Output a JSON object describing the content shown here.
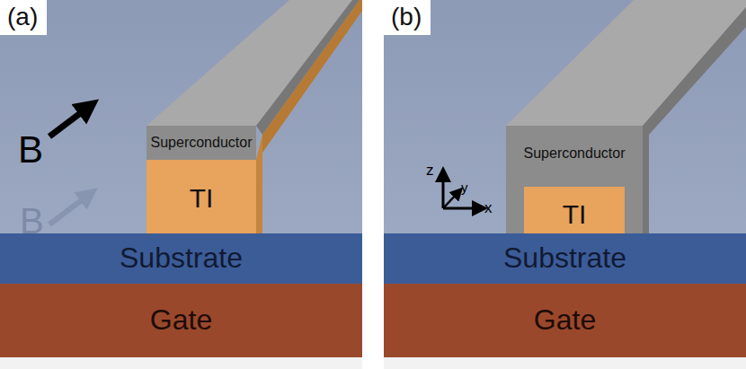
{
  "diagram": {
    "nodes": [
      {
        "text": [
          "(a)"
        ]
      },
      {
        "text": [
          "Superconductor"
        ],
        "in": 0
      },
      {
        "text": [
          "TI"
        ],
        "in": 0
      },
      {
        "text": [
          "Substrate"
        ],
        "in": 0
      },
      {
        "text": [
          "Gate"
        ],
        "in": 0
      },
      {
        "text": [
          "(b)"
        ]
      },
      {
        "text": [
          "Superconductor"
        ],
        "in": 5
      },
      {
        "text": [
          "TI"
        ],
        "in": 6
      },
      {
        "text": [
          "Substrate"
        ],
        "in": 5
      },
      {
        "text": [
          "Gate"
        ],
        "in": 5
      }
    ],
    "labels": [
      "B",
      "B",
      "z",
      "y",
      "x"
    ]
  }
}
